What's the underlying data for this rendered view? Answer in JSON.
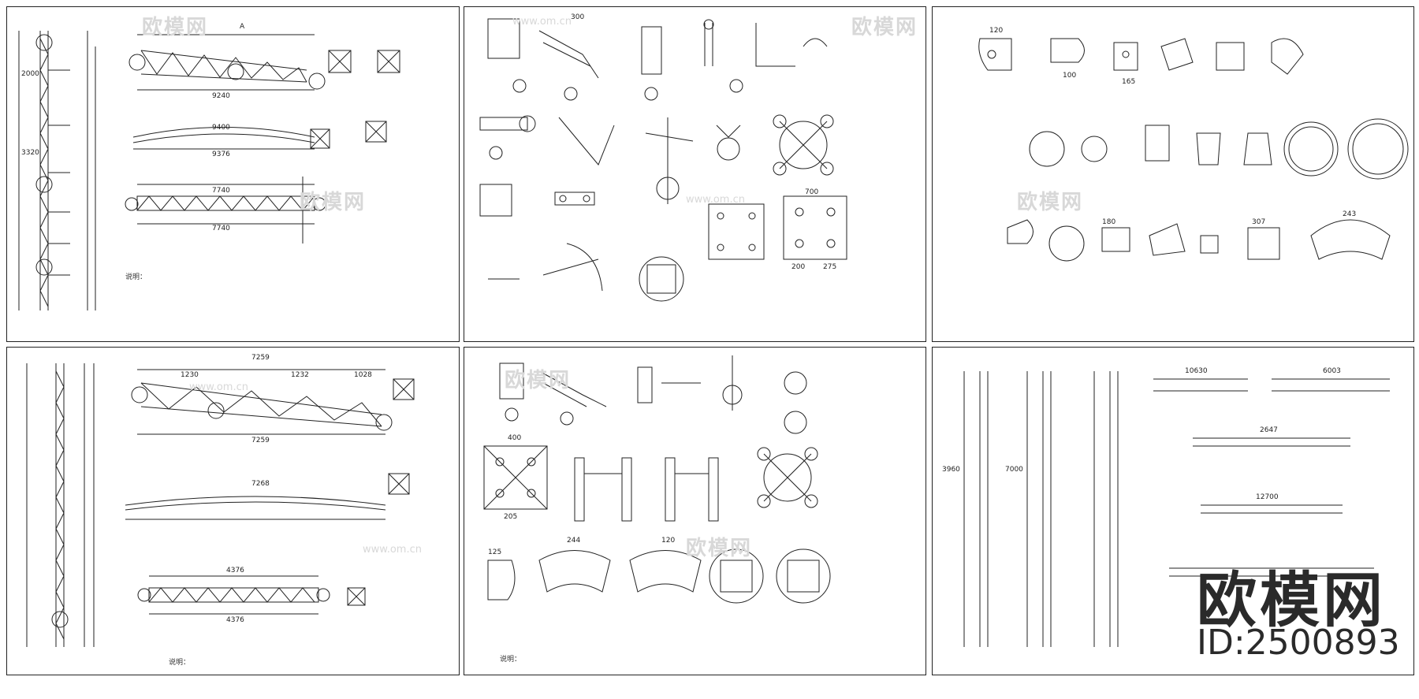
{
  "watermark": {
    "brand_text": "欧模网",
    "url_text": "www.om.cn",
    "id_text": "ID:2500893"
  },
  "sheets": [
    {
      "name": "sheet-top-left",
      "labels": {
        "dim_9240": "9240",
        "dim_9400": "9400",
        "dim_9376": "9376",
        "dim_7740": "7740",
        "dim_7740b": "7740",
        "dim_3320": "3320",
        "dim_2000": "2000",
        "section_a": "A",
        "notes_title": "说明："
      }
    },
    {
      "name": "sheet-top-middle",
      "labels": {
        "dim_300": "300",
        "dim_700": "700",
        "dim_200": "200",
        "dim_275": "275"
      }
    },
    {
      "name": "sheet-top-right",
      "labels": {
        "dim_120": "120",
        "dim_100": "100",
        "dim_165": "165",
        "dim_180": "180",
        "dim_307": "307",
        "dim_243": "243"
      }
    },
    {
      "name": "sheet-bottom-left",
      "labels": {
        "dim_7259": "7259",
        "dim_7259b": "7259",
        "dim_7268": "7268",
        "dim_4376": "4376",
        "dim_4376b": "4376",
        "dim_1230": "1230",
        "dim_1232": "1232",
        "dim_1028": "1028",
        "notes_title": "说明："
      }
    },
    {
      "name": "sheet-bottom-middle",
      "labels": {
        "dim_400": "400",
        "dim_205": "205",
        "dim_125": "125",
        "dim_244": "244",
        "dim_120": "120",
        "notes_title": "说明："
      }
    },
    {
      "name": "sheet-bottom-right",
      "labels": {
        "dim_10630": "10630",
        "dim_6003": "6003",
        "dim_2647": "2647",
        "dim_12700": "12700",
        "dim_3960": "3960",
        "dim_7000": "7000"
      }
    }
  ]
}
